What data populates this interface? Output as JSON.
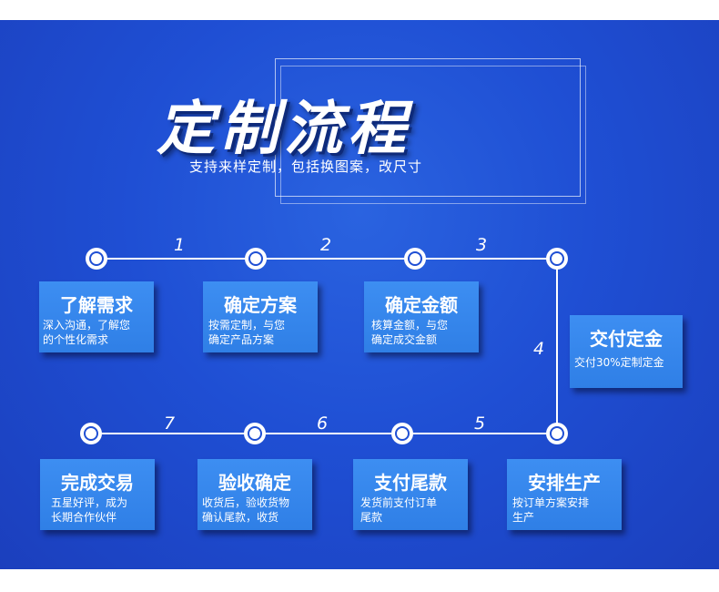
{
  "title": "定制流程",
  "subtitle": "支持来样定制，包括换图案，改尺寸",
  "step_numbers": [
    "1",
    "2",
    "3",
    "4",
    "5",
    "6",
    "7"
  ],
  "steps": [
    {
      "title": "了解需求",
      "desc_1": "深入沟通，了解您",
      "desc_2": "的个性化需求"
    },
    {
      "title": "确定方案",
      "desc_1": "按需定制，与您",
      "desc_2": "确定产品方案"
    },
    {
      "title": "确定金额",
      "desc_1": "核算金额，与您",
      "desc_2": "确定成交金额"
    },
    {
      "title": "交付定金",
      "desc_1": "交付30%定制定金",
      "desc_2": ""
    },
    {
      "title": "安排生产",
      "desc_1": "按订单方案安排",
      "desc_2": "生产"
    },
    {
      "title": "支付尾款",
      "desc_1": "发货前支付订单",
      "desc_2": "尾款"
    },
    {
      "title": "验收确定",
      "desc_1": "收货后，验收货物",
      "desc_2": "确认尾款，收货"
    },
    {
      "title": "完成交易",
      "desc_1": "五星好评，成为",
      "desc_2": "长期合作伙伴"
    }
  ],
  "colors": {
    "background": "#1f4fd4",
    "card": "#3586ec",
    "line": "#ffffff"
  }
}
